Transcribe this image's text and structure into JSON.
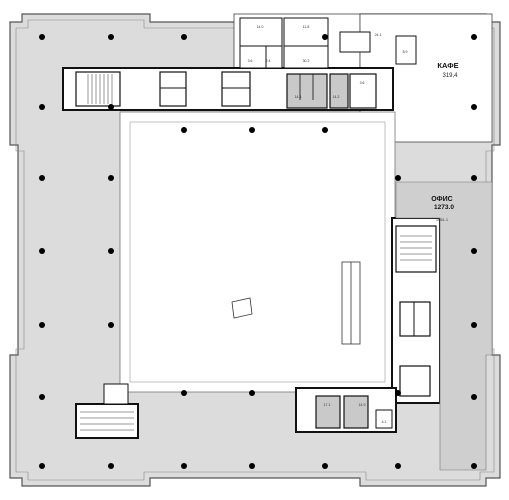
{
  "cafe": {
    "name": "КАФЕ",
    "area": "319,4"
  },
  "office": {
    "name": "ОФИС",
    "area": "1273.0",
    "sub_area": "1051.1"
  },
  "room_labels": [
    {
      "id": "r1",
      "text": "14.0"
    },
    {
      "id": "r2",
      "text": "11.8"
    },
    {
      "id": "r3",
      "text": "3.6"
    },
    {
      "id": "r4",
      "text": "2.4"
    },
    {
      "id": "r5",
      "text": "30.2"
    },
    {
      "id": "r6",
      "text": "24.1"
    },
    {
      "id": "r7",
      "text": "8.9"
    },
    {
      "id": "r8",
      "text": "14.4"
    },
    {
      "id": "r9",
      "text": "14.2"
    },
    {
      "id": "r10",
      "text": "3.6"
    },
    {
      "id": "r11",
      "text": "17.1"
    },
    {
      "id": "r12",
      "text": "14.9"
    },
    {
      "id": "r13",
      "text": "4.1"
    }
  ],
  "colors": {
    "floor_fill": "#dcdcdc",
    "wall": "#111111",
    "line": "#666666",
    "atrium": "#ffffff",
    "office_fill": "#cfcfcf"
  }
}
